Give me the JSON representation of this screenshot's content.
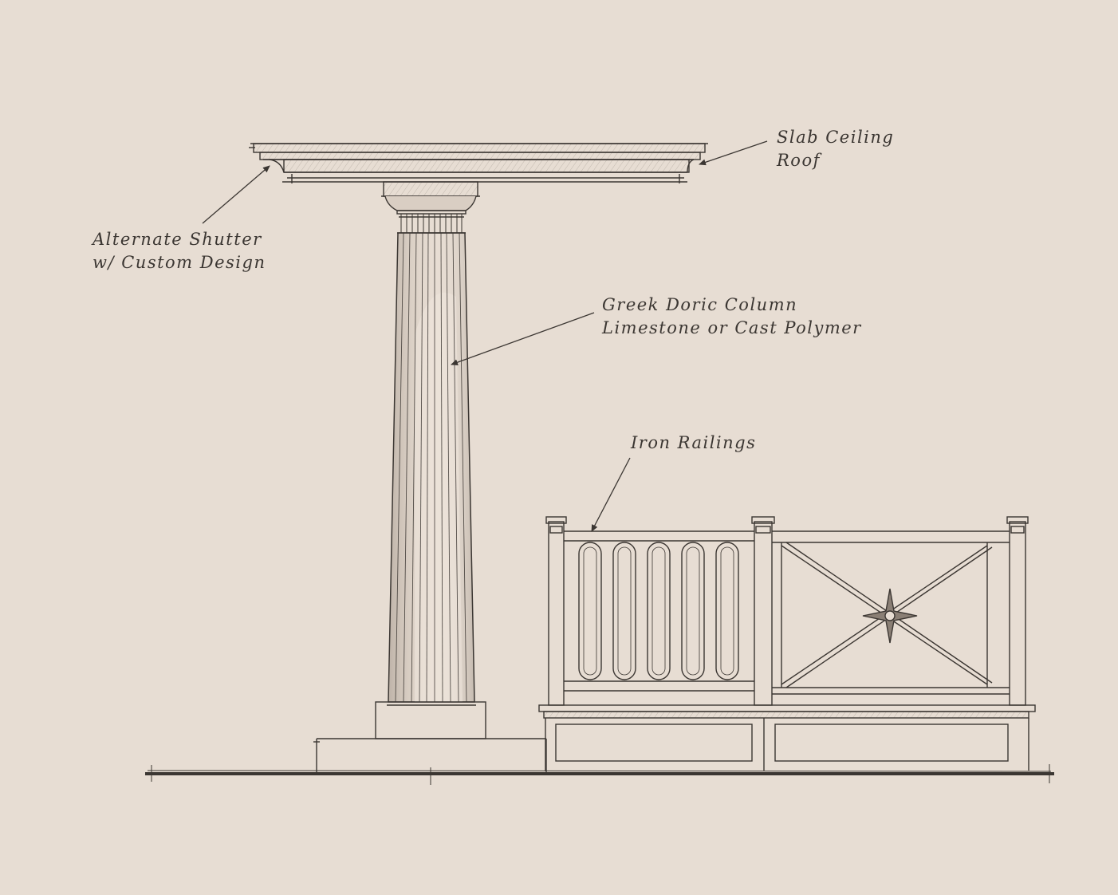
{
  "annotations": {
    "slab_ceiling": [
      "Slab Ceiling",
      "Roof"
    ],
    "shutter": [
      "Alternate Shutter",
      "w/ Custom Design"
    ],
    "column": [
      "Greek Doric Column",
      "Limestone or Cast Polymer"
    ],
    "railings": [
      "Iron Railings"
    ]
  },
  "colors": {
    "paper": "#e7ddd3",
    "ink": "#3b3632",
    "shade": "#bdb1a5"
  }
}
